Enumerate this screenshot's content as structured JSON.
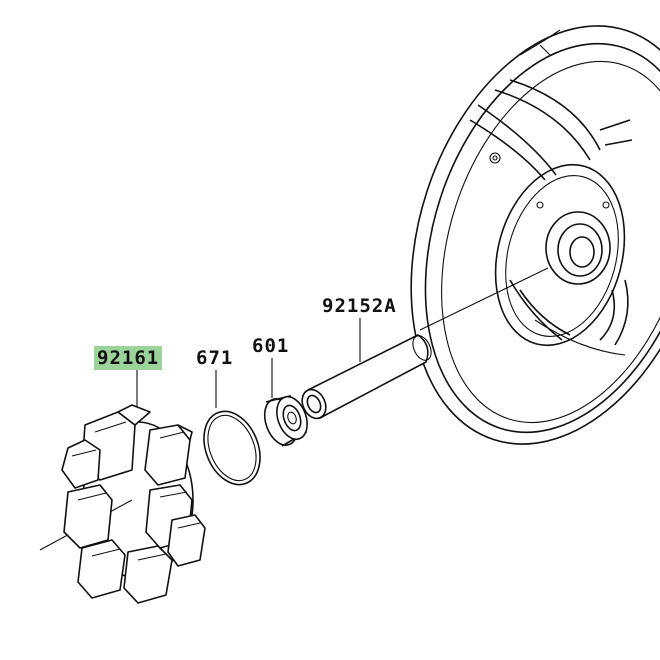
{
  "colors": {
    "highlight": "#9bd39b",
    "ink": "#111111",
    "background": "#ffffff"
  },
  "parts": [
    {
      "number": "92161",
      "highlighted": true
    },
    {
      "number": "671",
      "highlighted": false
    },
    {
      "number": "601",
      "highlighted": false
    },
    {
      "number": "92152A",
      "highlighted": false
    }
  ]
}
